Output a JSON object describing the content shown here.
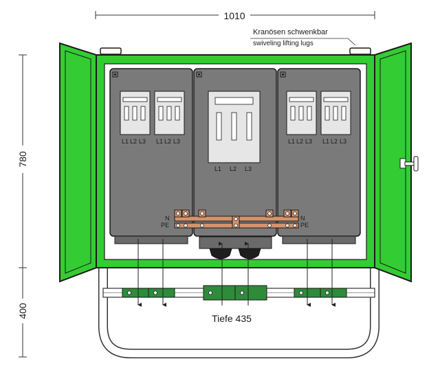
{
  "dimensions": {
    "width": "1010",
    "height_cabinet": "780",
    "height_base": "400",
    "depth": "Tiefe 435"
  },
  "annotation": {
    "de": "Kranösen schwenkbar",
    "en": "swiveling lifting lugs"
  },
  "phases": {
    "l1": "L1",
    "l2": "L2",
    "l3": "L3"
  },
  "busbars": {
    "n": "N",
    "pe": "PE"
  },
  "colors": {
    "enclosure": "#33cc33",
    "panel": "#7a7a7a",
    "copper": "#d6936a",
    "rail_block": "#2e8b3a"
  }
}
